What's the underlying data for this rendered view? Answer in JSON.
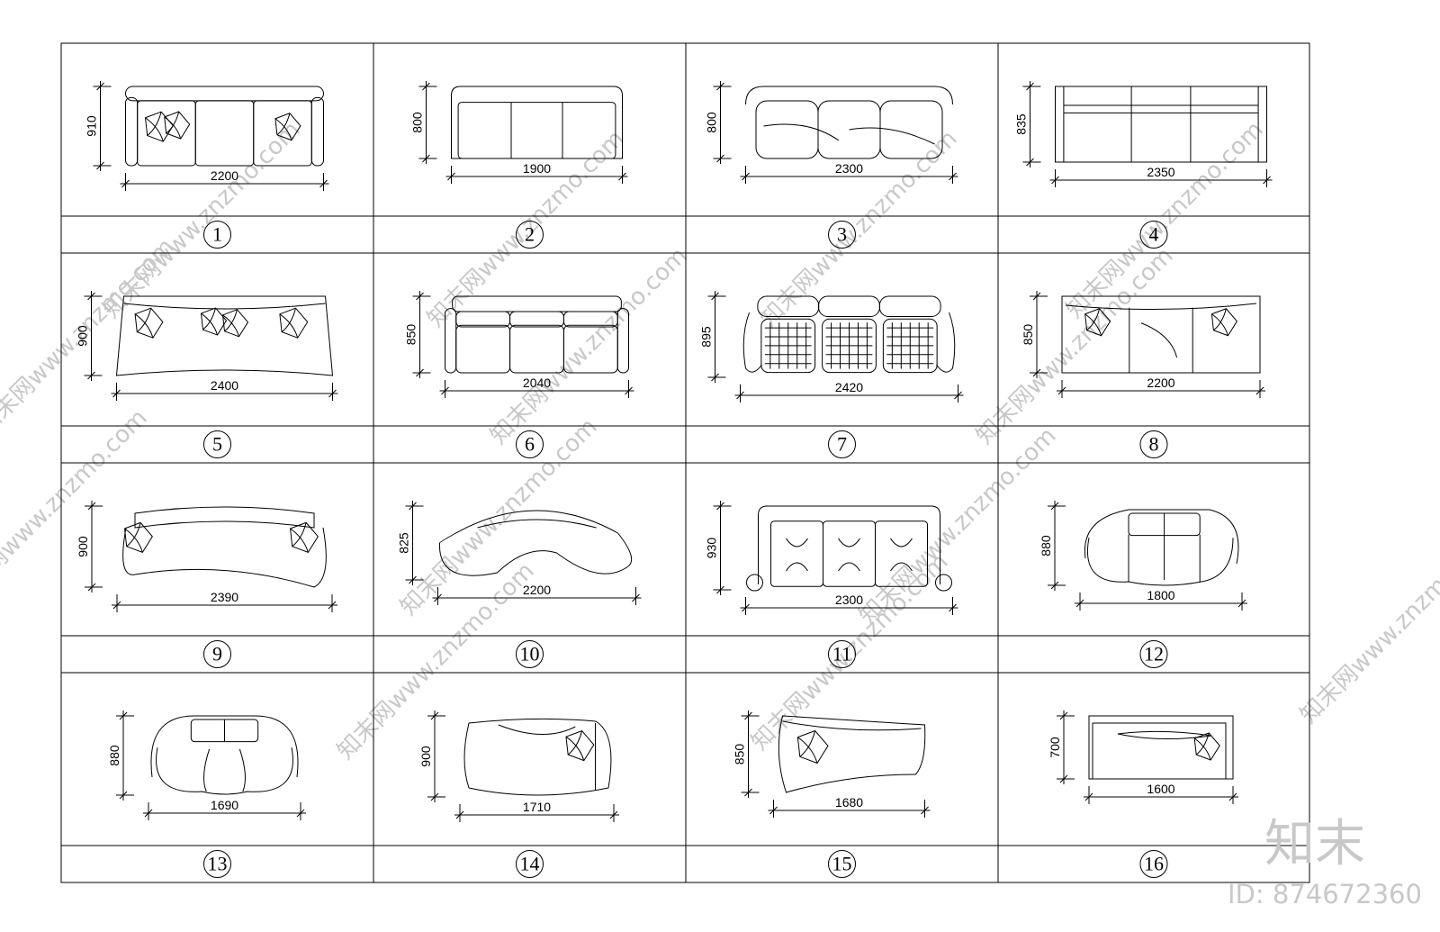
{
  "sheet": {
    "items": [
      {
        "number": "1",
        "width": "2200",
        "depth": "910"
      },
      {
        "number": "2",
        "width": "1900",
        "depth": "800"
      },
      {
        "number": "3",
        "width": "2300",
        "depth": "800"
      },
      {
        "number": "4",
        "width": "2350",
        "depth": "835"
      },
      {
        "number": "5",
        "width": "2400",
        "depth": "900"
      },
      {
        "number": "6",
        "width": "2040",
        "depth": "850"
      },
      {
        "number": "7",
        "width": "2420",
        "depth": "895"
      },
      {
        "number": "8",
        "width": "2200",
        "depth": "850"
      },
      {
        "number": "9",
        "width": "2390",
        "depth": "900"
      },
      {
        "number": "10",
        "width": "2200",
        "depth": "825"
      },
      {
        "number": "11",
        "width": "2300",
        "depth": "930"
      },
      {
        "number": "12",
        "width": "1800",
        "depth": "880"
      },
      {
        "number": "13",
        "width": "1690",
        "depth": "880"
      },
      {
        "number": "14",
        "width": "1710",
        "depth": "900"
      },
      {
        "number": "15",
        "width": "1680",
        "depth": "850"
      },
      {
        "number": "16",
        "width": "1600",
        "depth": "700"
      }
    ]
  },
  "watermark": {
    "text": "知末网www.znzmo.com",
    "brand": "知末",
    "id_label": "ID: 874672360"
  },
  "colors": {
    "line": "#000000",
    "watermark": "#c8c8c8",
    "brand": "#bdbdbd"
  }
}
